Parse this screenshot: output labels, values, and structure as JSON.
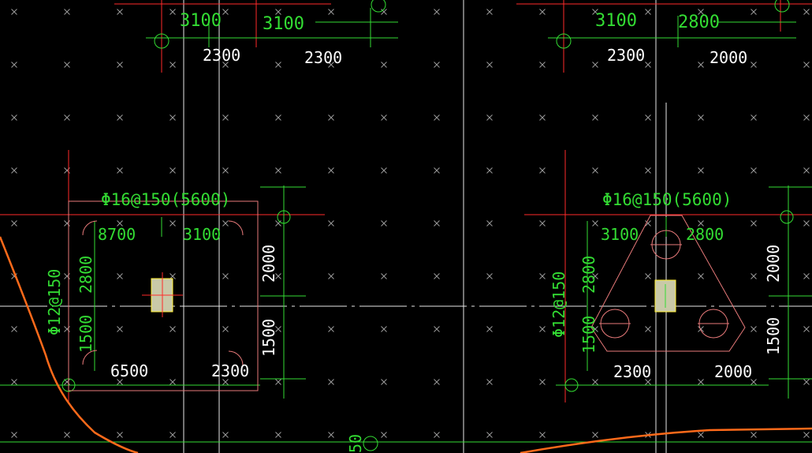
{
  "colors": {
    "background": "#000000",
    "dimension_text": "#33dd33",
    "coordinate_text": "#ffffff",
    "axis_red": "#ff2a2a",
    "outline_pink": "#e87a7a",
    "boundary_orange": "#ff6a1a",
    "column_fill": "#c9c9a8"
  },
  "top_left": {
    "dim_a": "3100",
    "dim_b": "3100",
    "coord_a": "2300",
    "coord_b": "2300"
  },
  "top_right": {
    "dim_a": "3100",
    "dim_b": "2800",
    "coord_a": "2300",
    "coord_b": "2000"
  },
  "left_footing": {
    "rebar_top": "Φ16@150(5600)",
    "rebar_side": "Φ12@150",
    "dim_top_left": "8700",
    "dim_top_right": "3100",
    "dim_left_upper": "2800",
    "dim_left_lower": "1500",
    "dim_right_upper": "2000",
    "dim_right_lower": "1500",
    "coord_bottom_left": "6500",
    "coord_bottom_right": "2300"
  },
  "right_footing": {
    "rebar_top": "Φ16@150(5600)",
    "rebar_side": "Φ12@150",
    "dim_top_left": "3100",
    "dim_top_right": "2800",
    "dim_left_upper": "2800",
    "dim_left_lower": "1500",
    "dim_right_upper": "2000",
    "dim_right_lower": "1500",
    "coord_bottom_left": "2300",
    "coord_bottom_right": "2000"
  },
  "bottom_label": "50"
}
